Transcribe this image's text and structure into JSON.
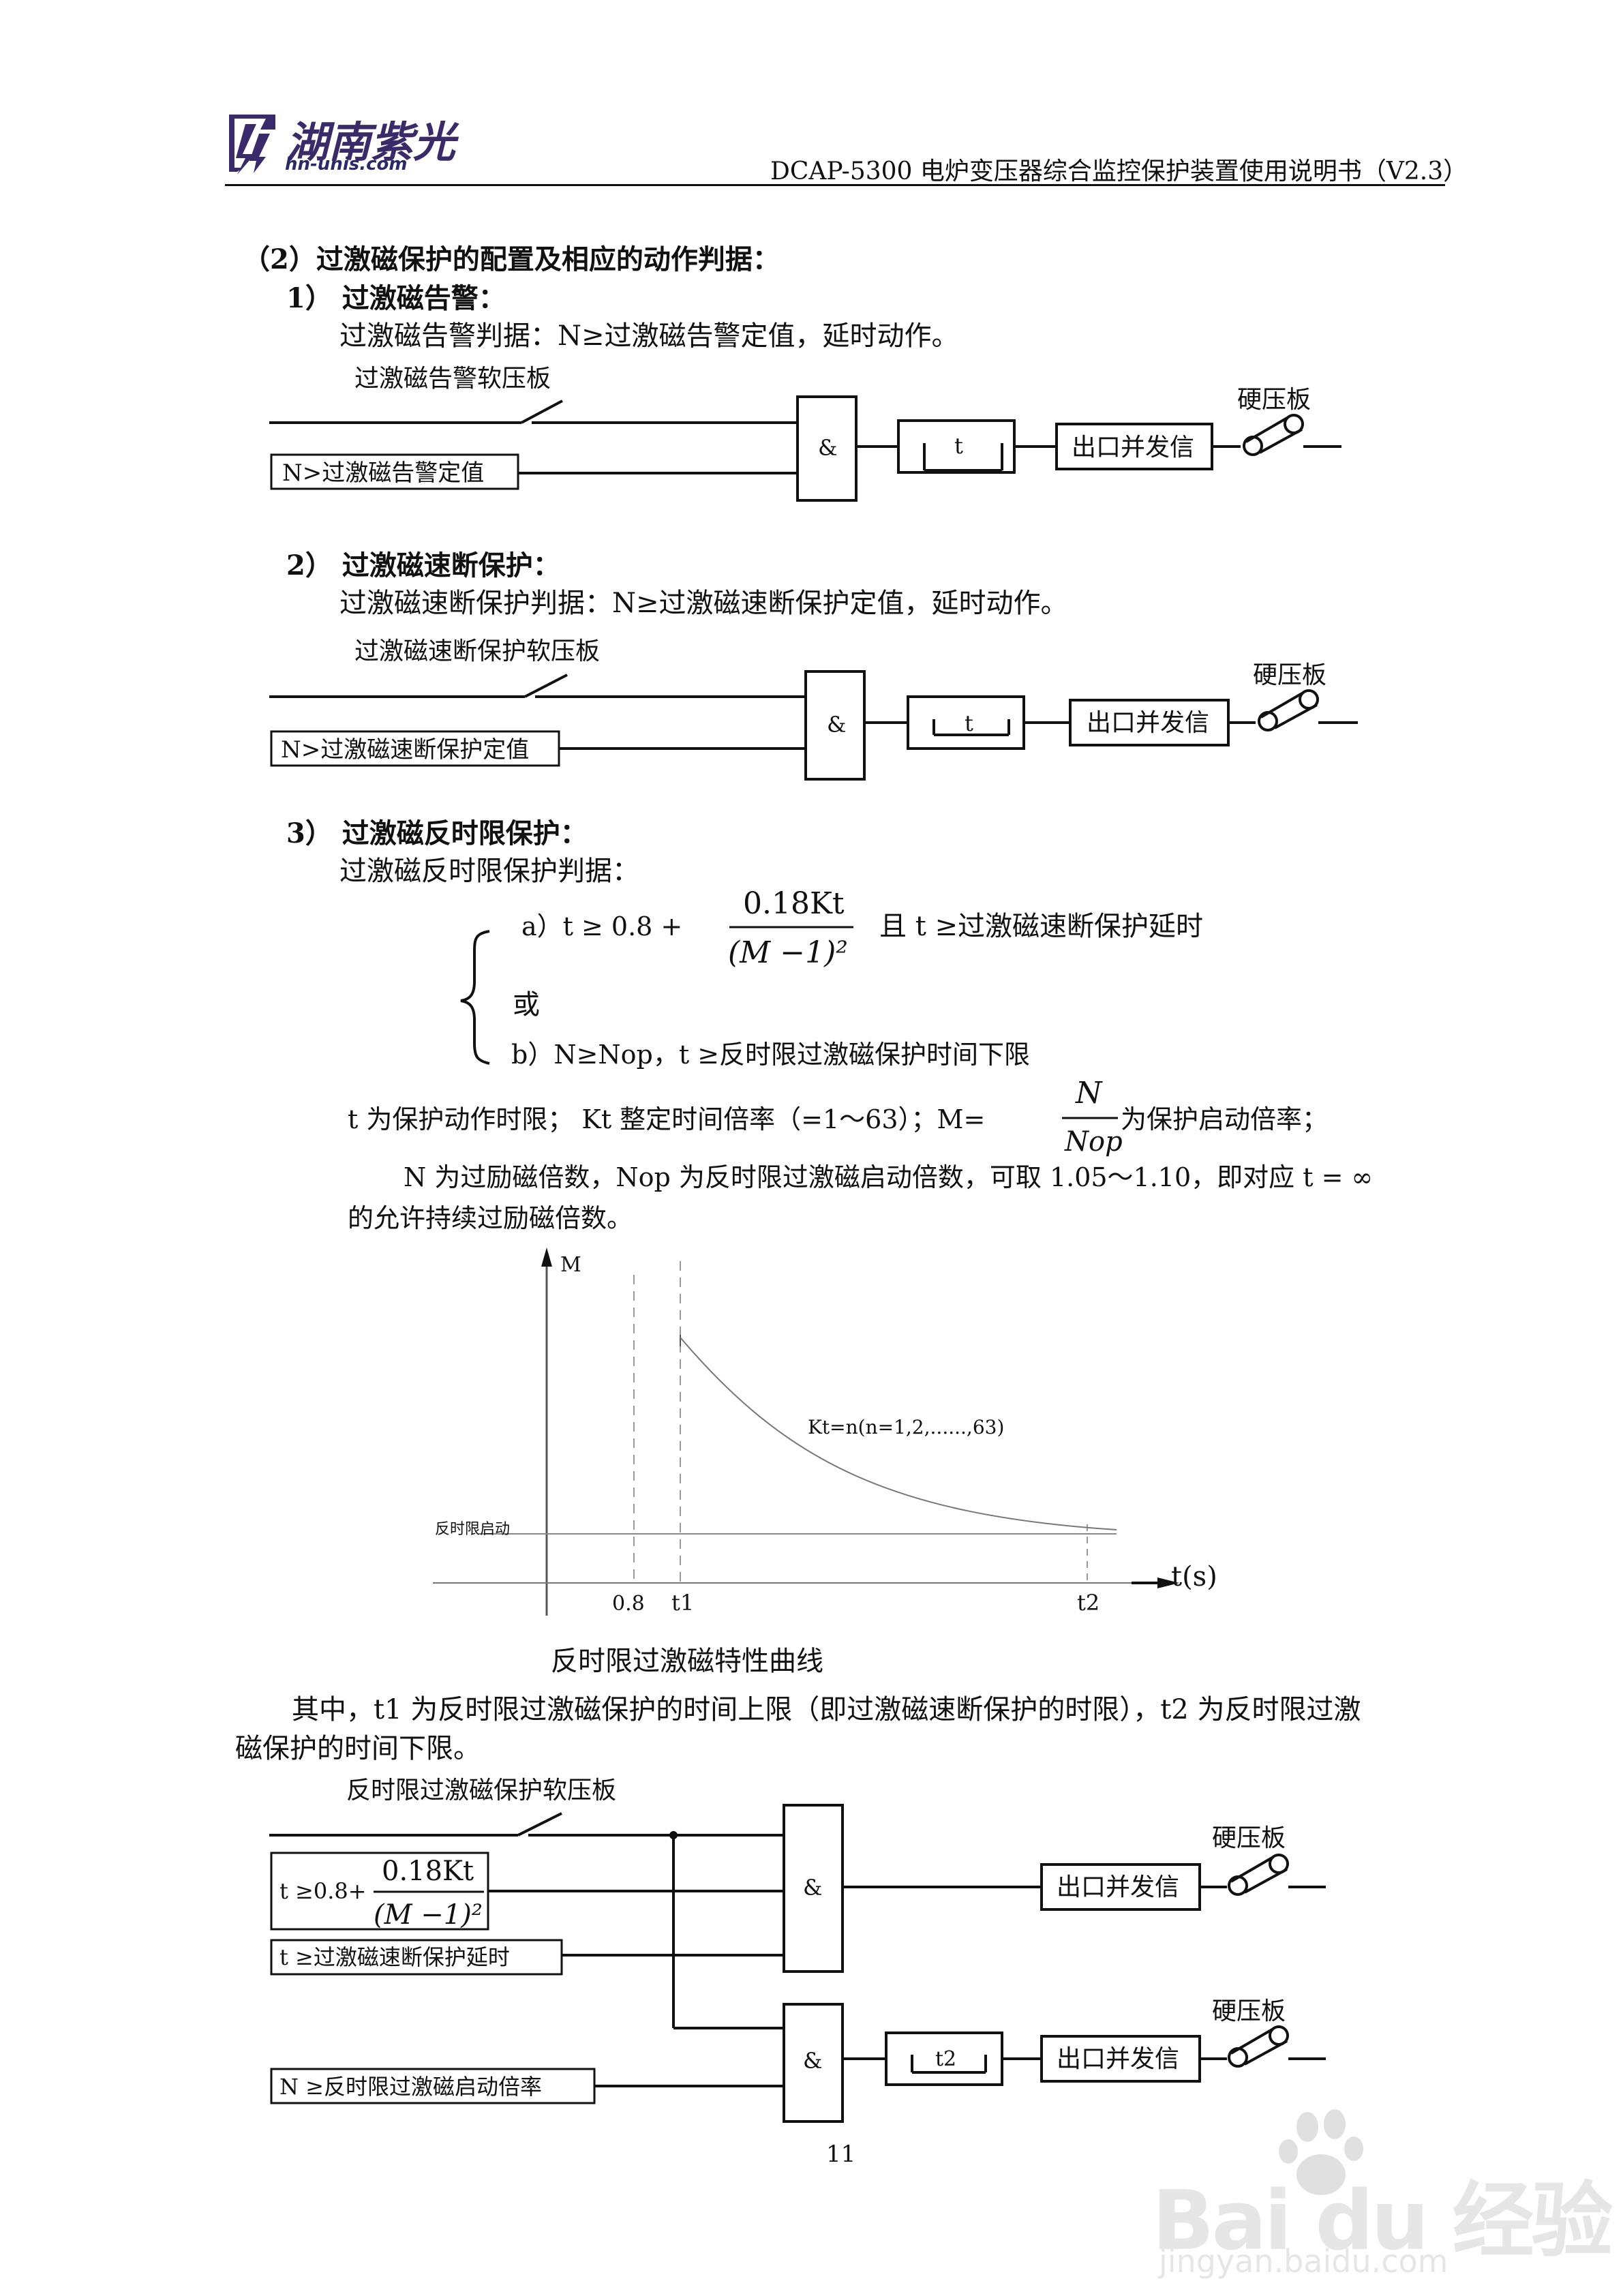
{
  "header": {
    "brand_cn": "湖南紫光",
    "brand_en": "hn-unis.com",
    "doc_title": "DCAP-5300 电炉变压器综合监控保护装置使用说明书（V2.3）"
  },
  "section": {
    "heading": "（2）过激磁保护的配置及相应的动作判据：",
    "item1": {
      "title": "1） 过激磁告警：",
      "criterion": "过激磁告警判据：N≥过激磁告警定值，延时动作。",
      "diagram": {
        "soft_plate": "过激磁告警软压板",
        "input": "N>过激磁告警定值",
        "and": "&",
        "timer": "t",
        "output": "出口并发信",
        "hard_plate": "硬压板"
      }
    },
    "item2": {
      "title": "2） 过激磁速断保护：",
      "criterion": "过激磁速断保护判据：N≥过激磁速断保护定值，延时动作。",
      "diagram": {
        "soft_plate": "过激磁速断保护软压板",
        "input": "N>过激磁速断保护定值",
        "and": "&",
        "timer": "t",
        "output": "出口并发信",
        "hard_plate": "硬压板"
      }
    },
    "item3": {
      "title": "3） 过激磁反时限保护：",
      "criterion": "过激磁反时限保护判据：",
      "formula_a_prefix": "a）t ≥ 0.8 +",
      "formula_numer": "0.18Kt",
      "formula_denom": "(M −1)²",
      "formula_a_suffix": "且 t ≥过激磁速断保护延时",
      "or": "或",
      "formula_b": "b）N≥Nop，t ≥反时限过激磁保护时间下限",
      "def_line_1a": "t 为保护动作时限；  Kt 整定时间倍率（=1～63）；M=",
      "def_frac_num": "N",
      "def_frac_den": "Nop",
      "def_line_1b": "为保护启动倍率；",
      "def_line_2": "N 为过励磁倍数，Nop 为反时限过激磁启动倍数，可取 1.05～1.10，即对应 t = ∞",
      "def_line_3": "的允许持续过励磁倍数。"
    },
    "curve": {
      "y_axis_label": "M",
      "x_axis_label": "t(s)",
      "tick_08": "0.8",
      "tick_t1": "t1",
      "tick_t2": "t2",
      "start_label": "反时限启动",
      "curve_label": "Kt=n(n=1,2,......,63)",
      "caption": "反时限过激磁特性曲线"
    },
    "note_line_1": "其中，t1 为反时限过激磁保护的时间上限（即过激磁速断保护的时限），t2 为反时限过激",
    "note_line_2": "磁保护的时间下限。",
    "diagram3": {
      "soft_plate": "反时限过激磁保护软压板",
      "input1_prefix": "t ≥0.8+",
      "input1_numer": "0.18Kt",
      "input1_denom": "(M −1)²",
      "input2": "t ≥过激磁速断保护延时",
      "input3": "N ≥反时限过激磁启动倍率",
      "and": "&",
      "timer": "t2",
      "output": "出口并发信",
      "hard_plate": "硬压板"
    }
  },
  "footer": {
    "page_number": "11",
    "watermark_brand": "Bai du 经验",
    "watermark_url": "jingyan.baidu.com"
  }
}
